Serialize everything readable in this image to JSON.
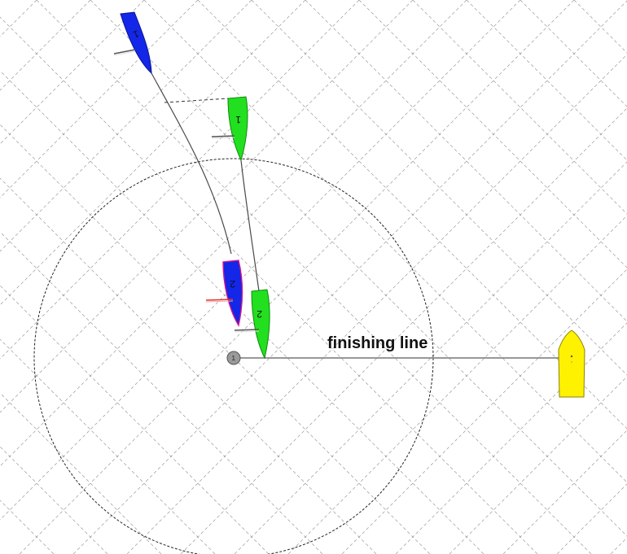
{
  "diagram": {
    "finishing_line_label": "finishing line",
    "mark_label": "1",
    "boats": [
      {
        "id": "blue",
        "color": "#1426e8",
        "positions": [
          "1",
          "2"
        ]
      },
      {
        "id": "green",
        "color": "#22e01f",
        "positions": [
          "1",
          "2"
        ]
      },
      {
        "id": "committee",
        "color": "#fff200"
      }
    ]
  }
}
